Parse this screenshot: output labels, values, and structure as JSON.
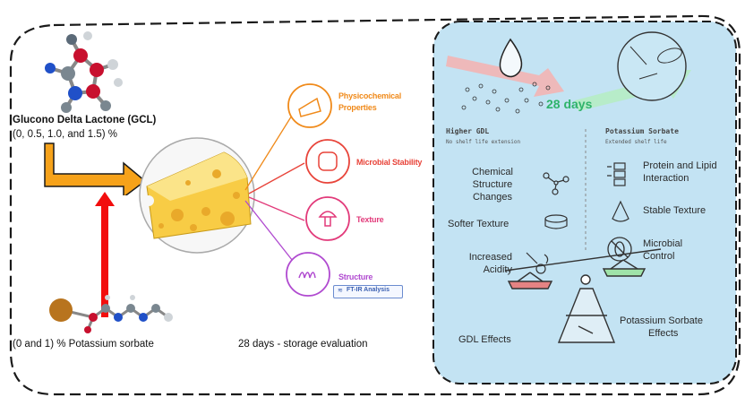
{
  "left": {
    "gcl_title": "Glucono Delta Lactone (GCL)",
    "gcl_levels": "(0, 0.5, 1.0, and 1.5) %",
    "ps_levels": "(0 and 1) %  Potassium sorbate",
    "storage": "28 days - storage evaluation"
  },
  "categories": [
    {
      "label": "Physicochemical",
      "label2": "Properties",
      "color": "#f08a1a",
      "icon": "cheese-icon"
    },
    {
      "label": "Microbial Stability",
      "label2": "",
      "color": "#e8443a",
      "icon": "bread-icon"
    },
    {
      "label": "Texture",
      "label2": "",
      "color": "#e23a7a",
      "icon": "mushroom-icon"
    },
    {
      "label": "Structure",
      "label2": "",
      "color": "#b04ad0",
      "icon": "spring-icon"
    }
  ],
  "ftir_badge": "FT-IR Analysis",
  "panel": {
    "days": "28 days",
    "left_head": "Higher GDL",
    "left_sub": "No shelf life extension",
    "right_head": "Potassium Sorbate",
    "right_sub": "Extended shelf life",
    "left_items": [
      {
        "l1": "Chemical",
        "l2": "Structure",
        "l3": "Changes",
        "icon": "molecule-icon"
      },
      {
        "l1": "Softer Texture",
        "l2": "",
        "l3": "",
        "icon": "bowl-icon"
      },
      {
        "l1": "Increased",
        "l2": "Acidity",
        "l3": "",
        "icon": "pipette-icon"
      }
    ],
    "right_items": [
      {
        "l1": "Protein and Lipid",
        "l2": "Interaction",
        "icon": "database-icon"
      },
      {
        "l1": "Stable Texture",
        "l2": "",
        "icon": "cone-icon"
      },
      {
        "l1": "Microbial",
        "l2": "Control",
        "icon": "no-bacteria-icon"
      }
    ],
    "gdl_effects": "GDL Effects",
    "ps_effects_1": "Potassium Sorbate",
    "ps_effects_2": "Effects"
  },
  "colors": {
    "panel_bg": "#c3e3f3",
    "orange_arrow": "#f6a21a",
    "red_arrow": "#f20d0d",
    "days_green": "#2fb36a"
  }
}
